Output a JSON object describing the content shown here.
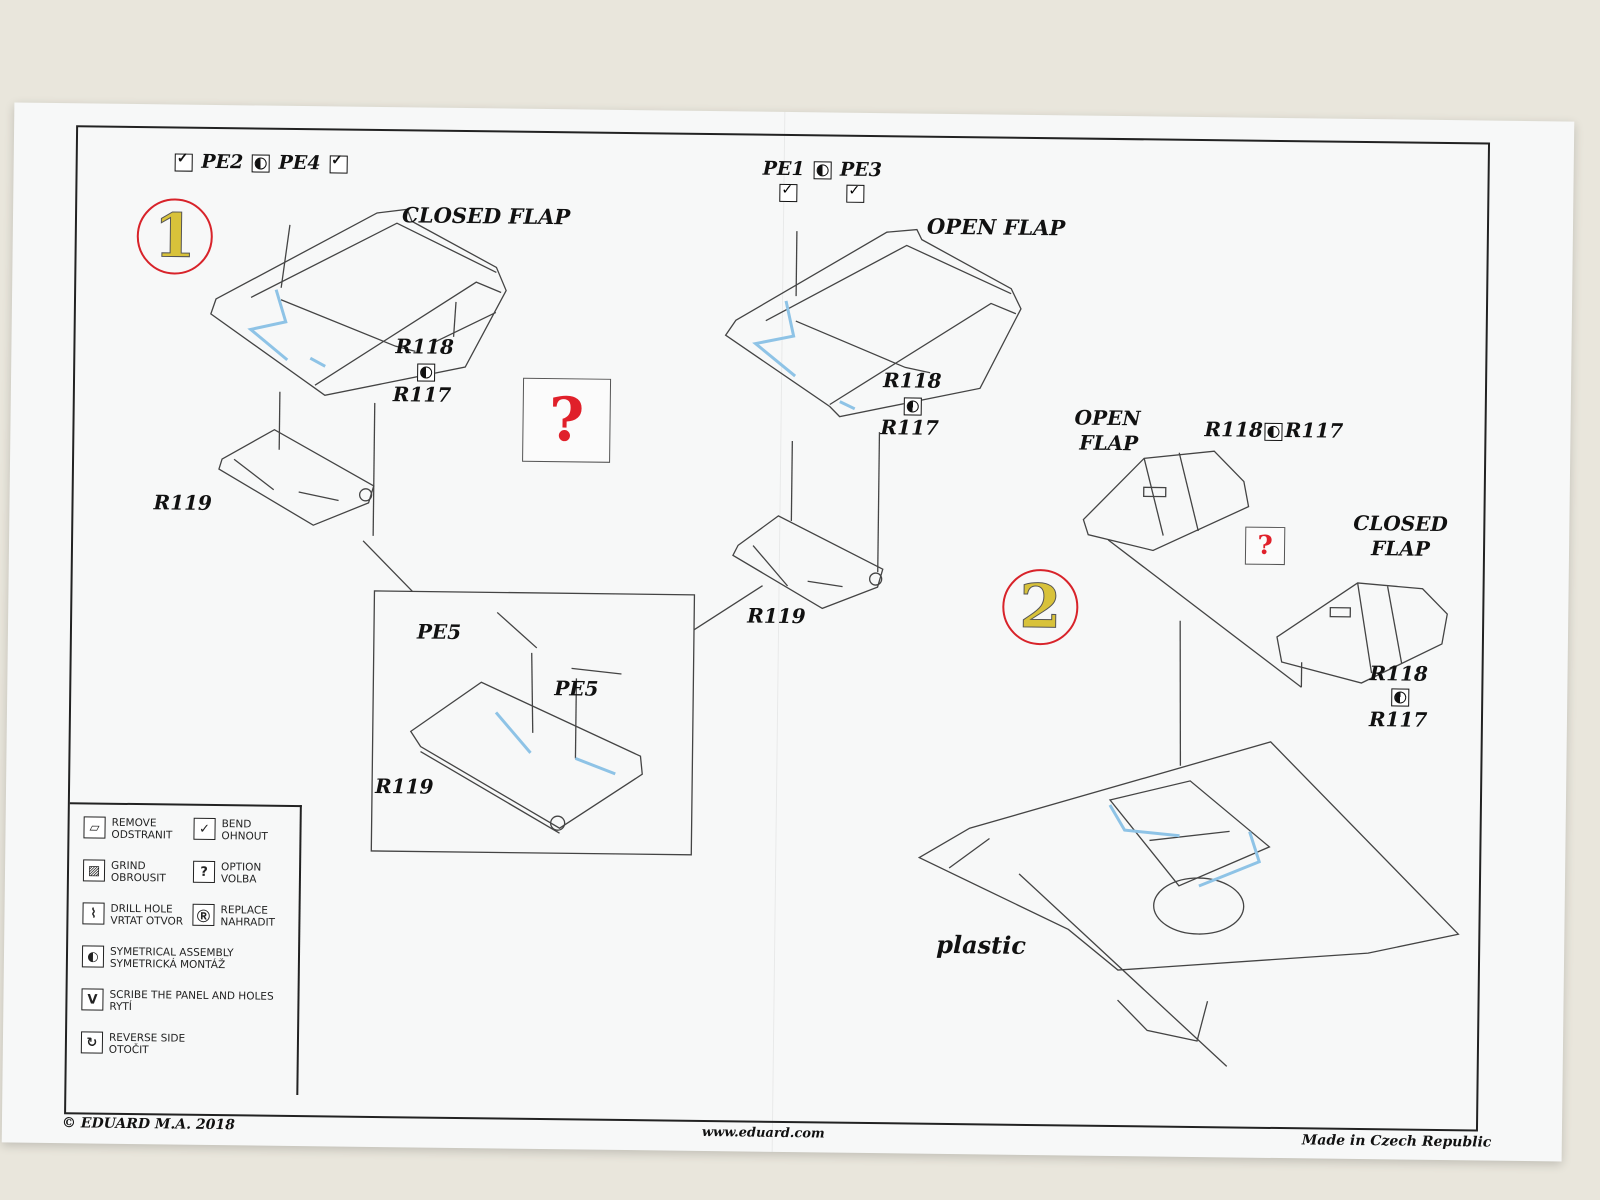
{
  "step1": {
    "number": "1",
    "title": "CLOSED FLAP",
    "pe_left": "PE2",
    "pe_right": "PE4",
    "part_a": "R118",
    "part_b": "R117",
    "base_part": "R119"
  },
  "step1_open": {
    "title": "OPEN FLAP",
    "pe_left": "PE1",
    "pe_right": "PE3",
    "part_a": "R118",
    "part_b": "R117",
    "base_part": "R119"
  },
  "detail": {
    "pe_top": "PE5",
    "pe_right": "PE5",
    "part": "R119"
  },
  "step2": {
    "number": "2",
    "open_label_1": "OPEN",
    "open_label_2": "FLAP",
    "open_parts_a": "R118",
    "open_parts_b": "R117",
    "closed_label_1": "CLOSED",
    "closed_label_2": "FLAP",
    "closed_part_a": "R118",
    "closed_part_b": "R117",
    "plastic": "plastic"
  },
  "option_mark": "?",
  "legend": {
    "items": [
      {
        "icon": "remove-icon",
        "text": "REMOVE\nODSTRANIT"
      },
      {
        "icon": "bend-icon",
        "text": "BEND\nOHNOUT"
      },
      {
        "icon": "grind-icon",
        "text": "GRIND\nOBROUSIT"
      },
      {
        "icon": "option-icon",
        "text": "OPTION\nVOLBA"
      },
      {
        "icon": "drill-hole-icon",
        "text": "DRILL HOLE\nVRTAT OTVOR"
      },
      {
        "icon": "replace-icon",
        "text": "REPLACE\nNAHRADIT"
      },
      {
        "icon": "symmetrical-assembly-icon",
        "text": "SYMETRICAL ASSEMBLY\nSYMETRICKÁ MONTÁŽ"
      },
      {
        "icon": "scribe-icon",
        "text": "SCRIBE THE PANEL AND HOLES\nRYTÍ"
      },
      {
        "icon": "reverse-side-icon",
        "text": "REVERSE SIDE\nOTOČIT"
      }
    ]
  },
  "footer": {
    "copyright": "© EDUARD  M.A. 2018",
    "website": "www.eduard.com",
    "made_in": "Made in Czech Republic"
  },
  "colors": {
    "part_blue": "#8ec3e6",
    "circle_red": "#d8232a",
    "number_yellow": "#d8c23a",
    "option_red": "#e0202a"
  }
}
